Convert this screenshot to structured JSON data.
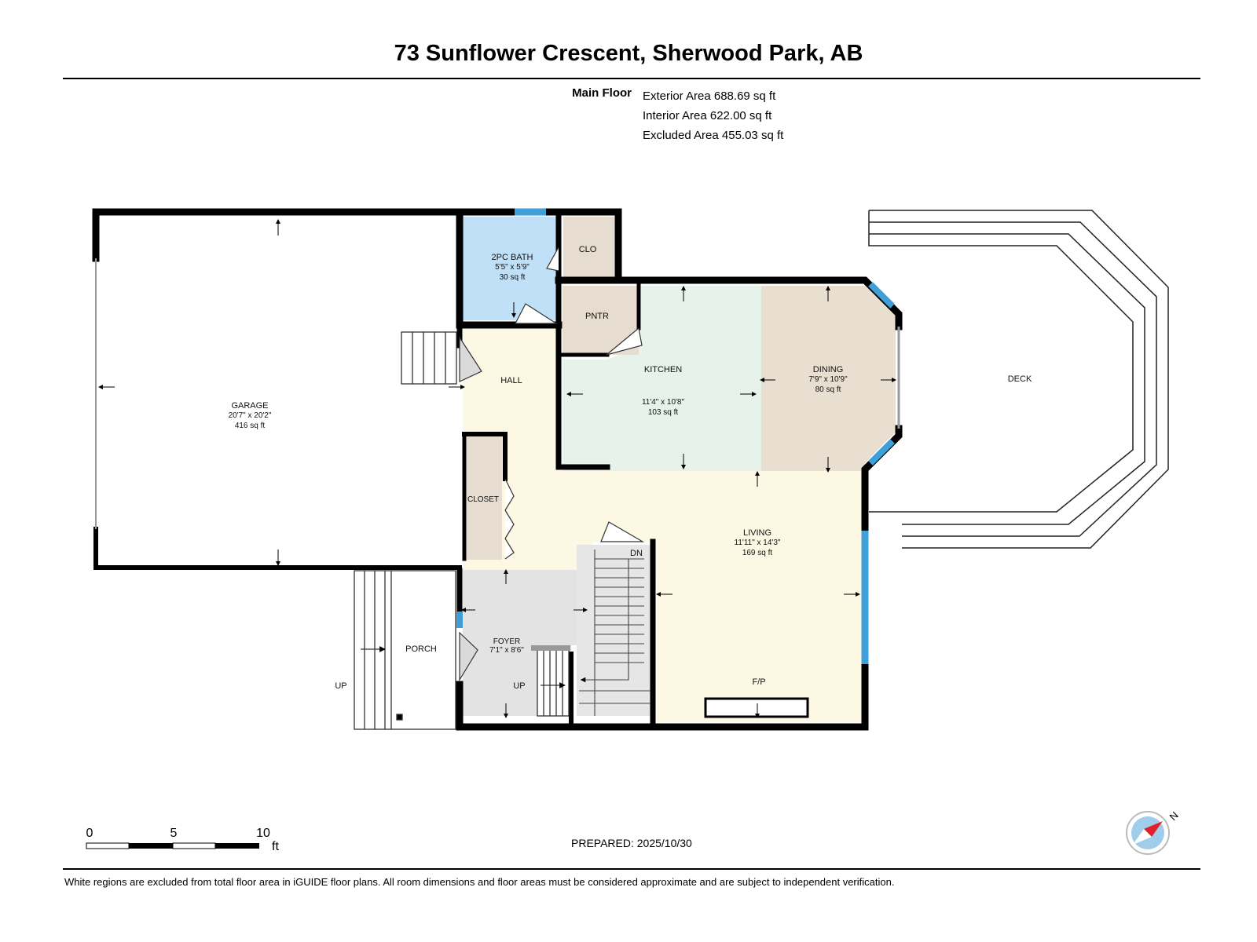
{
  "title": "73 Sunflower Crescent, Sherwood Park, AB",
  "floor": {
    "name": "Main Floor",
    "exterior_area": "Exterior Area 688.69 sq ft",
    "interior_area": "Interior Area 622.00 sq ft",
    "excluded_area": "Excluded Area 455.03 sq ft"
  },
  "rooms": {
    "garage": {
      "name": "GARAGE",
      "dims": "20'7\" x 20'2\"",
      "area": "416 sq ft",
      "color": "#ffffff"
    },
    "bath": {
      "name": "2PC BATH",
      "dims": "5'5\" x 5'9\"",
      "area": "30 sq ft",
      "color": "#bfe0f7"
    },
    "closet_top": {
      "name": "CLO",
      "color": "#e6dccf"
    },
    "pantry": {
      "name": "PNTR",
      "color": "#e6dccf"
    },
    "kitchen": {
      "name": "KITCHEN",
      "dims": "11'4\" x 10'8\"",
      "area": "103 sq ft",
      "color": "#e6f2ea"
    },
    "dining": {
      "name": "DINING",
      "dims": "7'9\" x 10'9\"",
      "area": "80 sq ft",
      "color": "#e8dfd0"
    },
    "hall": {
      "name": "HALL",
      "color": "#fdf8e4"
    },
    "closet": {
      "name": "CLOSET",
      "color": "#e6dccf"
    },
    "living": {
      "name": "LIVING",
      "dims": "11'11\" x 14'3\"",
      "area": "169 sq ft",
      "color": "#fdf8e4"
    },
    "foyer": {
      "name": "FOYER",
      "dims": "7'1\" x 8'6\"",
      "area": "",
      "color": "#e3e3e3"
    },
    "porch": {
      "name": "PORCH"
    },
    "deck": {
      "name": "DECK"
    }
  },
  "labels": {
    "up_porch": "UP",
    "up_foyer": "UP",
    "down": "DN",
    "fireplace": "F/P"
  },
  "scale": {
    "ticks": [
      "0",
      "5",
      "10"
    ],
    "unit": "ft"
  },
  "compass": {
    "north": "N",
    "icon": "compass-icon"
  },
  "prepared": "PREPARED: 2025/10/30",
  "footnote": "White regions are excluded from total floor area in iGUIDE floor plans. All room dimensions and floor areas must be considered approximate and are subject to independent verification.",
  "colors": {
    "wall": "#000000",
    "window": "#3f9fd8"
  }
}
